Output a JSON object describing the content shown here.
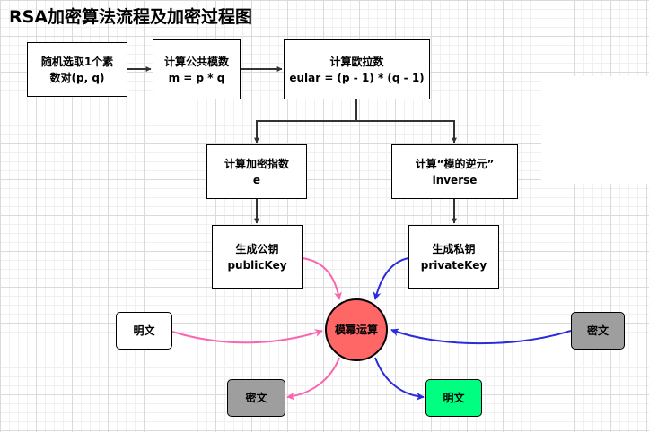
{
  "title": "RSA加密算法流程及加密过程图",
  "nodes": {
    "select_primes": {
      "line1": "随机选取1个素",
      "line2": "数对(p, q)"
    },
    "modulus": {
      "line1": "计算公共模数",
      "line2": "m = p * q"
    },
    "euler": {
      "line1": "计算欧拉数",
      "line2": "eular = (p - 1) * (q - 1)"
    },
    "exponent": {
      "line1": "计算加密指数",
      "line2": "e"
    },
    "inverse": {
      "line1": "计算“模的逆元”",
      "line2": "inverse"
    },
    "public_key": {
      "line1": "生成公钥",
      "line2": "publicKey"
    },
    "private_key": {
      "line1": "生成私钥",
      "line2": "privateKey"
    },
    "modexp": {
      "label": "模幂运算"
    },
    "plaintext_in": {
      "label": "明文"
    },
    "ciphertext_in": {
      "label": "密文"
    },
    "ciphertext_out": {
      "label": "密文"
    },
    "plaintext_out": {
      "label": "明文"
    }
  },
  "colors": {
    "pink_flow": "#f865b0",
    "blue_flow": "#2b2bdd",
    "modexp_fill": "#ff6666",
    "ciphertext_fill": "#9e9e9e",
    "plaintext_out_fill": "#00ff80"
  }
}
